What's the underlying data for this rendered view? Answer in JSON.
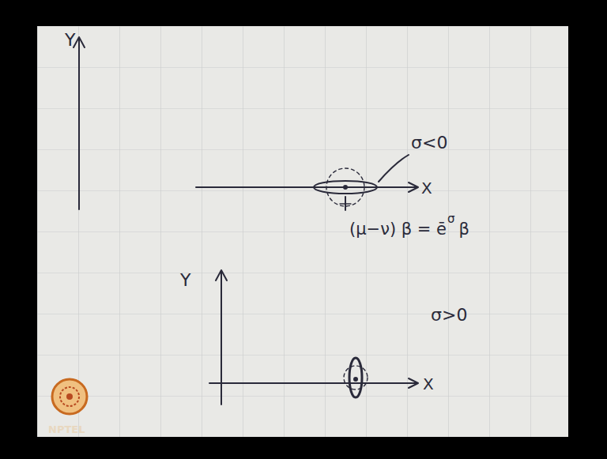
{
  "diagram": {
    "labels": [
      "Y",
      "X",
      "σ<0",
      "(μ−ν) β = ē",
      "σ",
      "β",
      "Y",
      "σ>0",
      "X",
      "NPTEL"
    ]
  }
}
